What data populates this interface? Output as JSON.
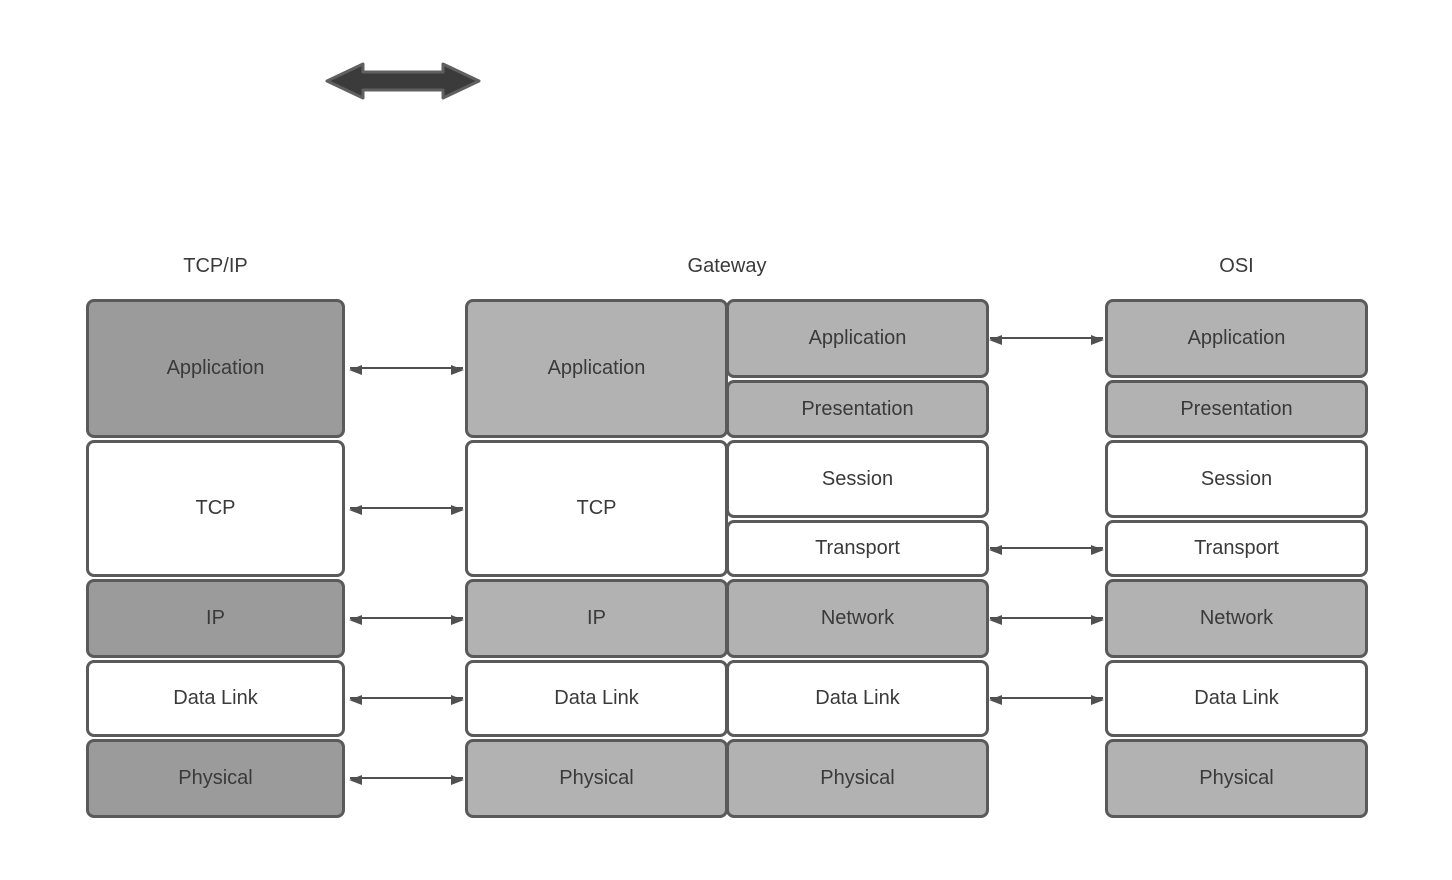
{
  "columns": {
    "tcpip": {
      "title": "TCP/IP",
      "layers": [
        {
          "label": "Application",
          "shade": "dark"
        },
        {
          "label": "TCP",
          "shade": "white"
        },
        {
          "label": "IP",
          "shade": "dark"
        },
        {
          "label": "Data Link",
          "shade": "white"
        },
        {
          "label": "Physical",
          "shade": "dark"
        }
      ]
    },
    "gateway": {
      "title": "Gateway",
      "left_layers": [
        {
          "label": "Application",
          "shade": "light"
        },
        {
          "label": "TCP",
          "shade": "white"
        },
        {
          "label": "IP",
          "shade": "light"
        },
        {
          "label": "Data Link",
          "shade": "white"
        },
        {
          "label": "Physical",
          "shade": "light"
        }
      ],
      "right_layers": [
        {
          "label": "Application",
          "shade": "light"
        },
        {
          "label": "Presentation",
          "shade": "light"
        },
        {
          "label": "Session",
          "shade": "white"
        },
        {
          "label": "Transport",
          "shade": "white"
        },
        {
          "label": "Network",
          "shade": "light"
        },
        {
          "label": "Data Link",
          "shade": "white"
        },
        {
          "label": "Physical",
          "shade": "light"
        }
      ]
    },
    "osi": {
      "title": "OSI",
      "layers": [
        {
          "label": "Application",
          "shade": "light"
        },
        {
          "label": "Presentation",
          "shade": "light"
        },
        {
          "label": "Session",
          "shade": "white"
        },
        {
          "label": "Transport",
          "shade": "white"
        },
        {
          "label": "Network",
          "shade": "light"
        },
        {
          "label": "Data Link",
          "shade": "white"
        },
        {
          "label": "Physical",
          "shade": "light"
        }
      ]
    }
  },
  "icons": {
    "top_arrow": "double-headed-arrow"
  },
  "colors": {
    "dark_gray": "#9b9b9b",
    "light_gray": "#b2b2b2",
    "white": "#ffffff",
    "border": "#5a5a5a",
    "connector": "#505050",
    "thick_arrow_fill": "#3b3b3b",
    "thick_arrow_stroke": "#606060",
    "text": "#3a3a3a"
  }
}
